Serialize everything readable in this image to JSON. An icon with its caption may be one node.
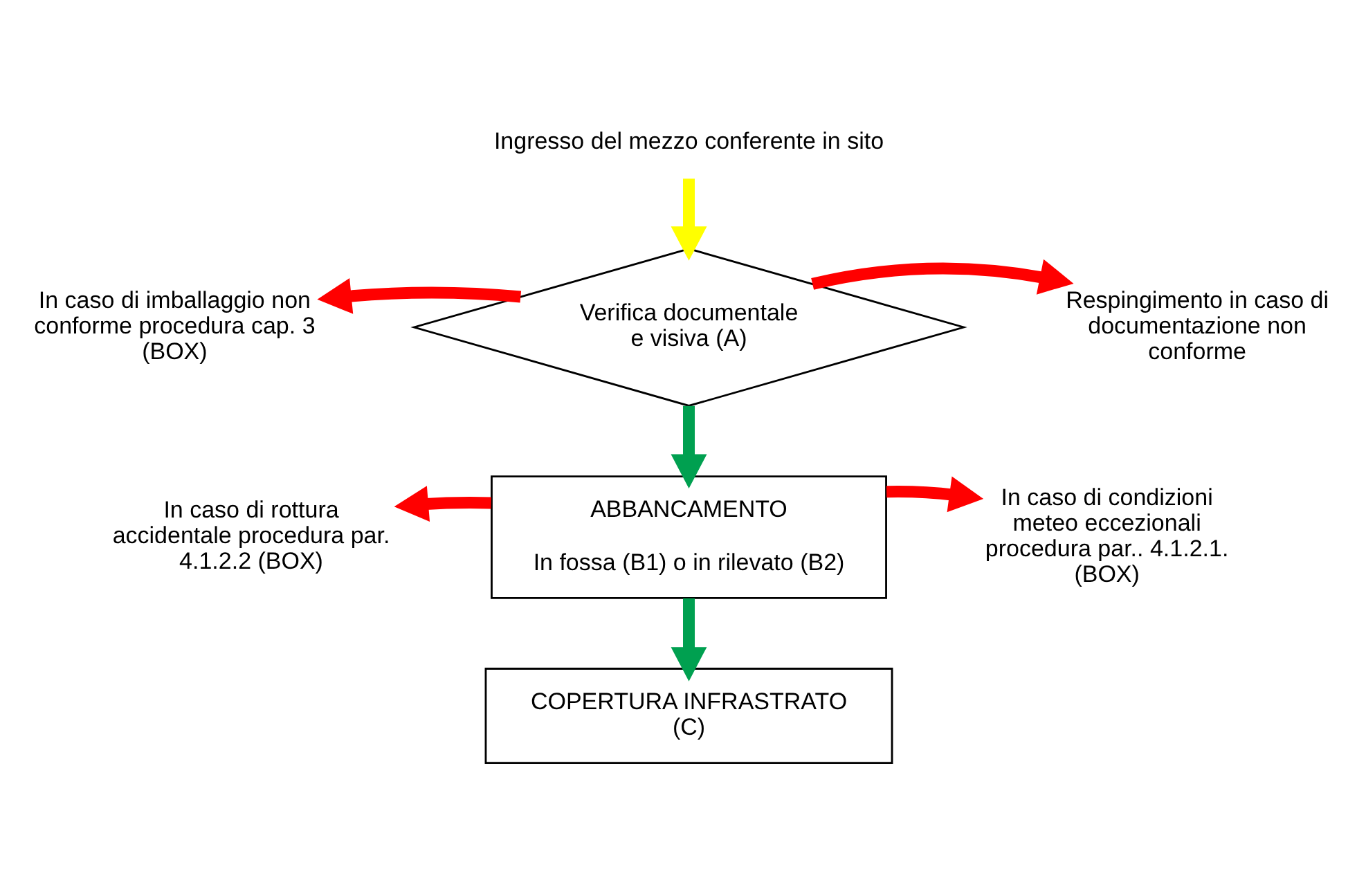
{
  "diagram": {
    "nodes": [
      {
        "text": [
          "Ingresso del mezzo conferente in sito"
        ]
      },
      {
        "text": [
          "Verifica documentale e visiva (A)"
        ]
      },
      {
        "text": [
          "In caso di imballaggio non conforme procedura cap. 3 (BOX)"
        ]
      },
      {
        "text": [
          "Respingimento in caso di documentazione non conforme"
        ]
      },
      {
        "text": [
          "ABBANCAMENTO",
          "In fossa (B1) o in rilevato (B2)"
        ]
      },
      {
        "text": [
          "In caso di rottura accidentale procedura par. 4.1.2.2 (BOX)"
        ]
      },
      {
        "text": [
          "In caso di condizioni meteo eccezionali procedura par.. 4.1.2.1. (BOX)"
        ]
      },
      {
        "text": [
          "COPERTURA INFRASTRATO (C)"
        ]
      }
    ],
    "edges": [
      {
        "from": 0,
        "to": 1,
        "arrow": "to",
        "color": "#ffff00"
      },
      {
        "from": 1,
        "to": 2,
        "arrow": "to"
      },
      {
        "from": 1,
        "to": 3,
        "arrow": "to"
      },
      {
        "from": 1,
        "to": 4,
        "arrow": "to",
        "color": "#00a050"
      },
      {
        "from": 4,
        "to": 5,
        "arrow": "to"
      },
      {
        "from": 4,
        "to": 6,
        "arrow": "to"
      },
      {
        "from": 4,
        "to": 7,
        "arrow": "to",
        "color": "#00a050"
      }
    ]
  }
}
